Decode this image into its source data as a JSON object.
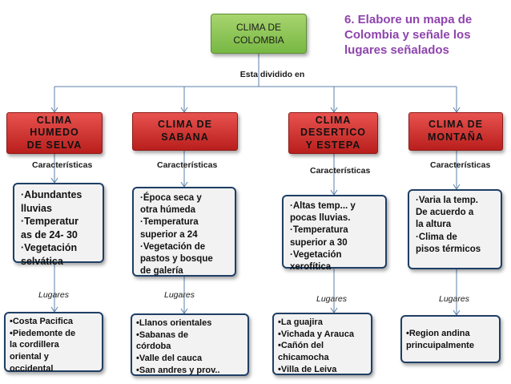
{
  "root": {
    "line1": "CLIMA DE",
    "line2": "COLOMBIA"
  },
  "task": {
    "lines": [
      "6. Elabore un mapa de",
      "Colombia y señale los",
      "lugares señalados"
    ]
  },
  "link_label": "Esta dividido en",
  "categories": [
    {
      "title_lines": [
        "CLIMA",
        "HUMEDO",
        "DE SELVA"
      ],
      "sub_label": "Características",
      "characteristics": [
        "·Abundantes",
        "lluvias",
        "·Temperatur",
        "as de 24- 30",
        "·Vegetación",
        "selvática"
      ],
      "places_label": "Lugares",
      "places": [
        "•Costa Pacifica",
        "•Piedemonte de",
        "la cordillera",
        "oriental y",
        "occidental"
      ]
    },
    {
      "title_lines": [
        "CLIMA DE",
        "SABANA"
      ],
      "sub_label": "Características",
      "characteristics": [
        "·Época seca y",
        "otra húmeda",
        "·Temperatura",
        "superior a 24",
        "·Vegetación de",
        "pastos y bosque",
        "de galería"
      ],
      "places_label": "Lugares",
      "places": [
        "•Llanos orientales",
        "•Sabanas de",
        "córdoba",
        "•Valle del cauca",
        "•San andres y prov.."
      ]
    },
    {
      "title_lines": [
        "CLIMA",
        "DESERTICO",
        "Y ESTEPA"
      ],
      "sub_label": "Características",
      "characteristics": [
        "·Altas temp... y",
        "pocas lluvias.",
        "·Temperatura",
        "superior a 30",
        "·Vegetación",
        "xerofítica"
      ],
      "places_label": "Lugares",
      "places": [
        "•La guajira",
        "•Vichada y Arauca",
        "•Cañón del",
        "chicamocha",
        "•Villa de Leiva"
      ]
    },
    {
      "title_lines": [
        "CLIMA DE",
        "MONTAÑA"
      ],
      "sub_label": "Características",
      "characteristics": [
        "·Varia la temp.",
        "De acuerdo a",
        "la altura",
        "·Clima de",
        "pisos térmicos"
      ],
      "places_label": "Lugares",
      "places": [
        "•Region andina",
        "princuipalmente"
      ]
    }
  ],
  "colors": {
    "root": "#8cc152",
    "category": "#d63a37",
    "border": "#1f3f66",
    "title": "#8e44ad"
  }
}
